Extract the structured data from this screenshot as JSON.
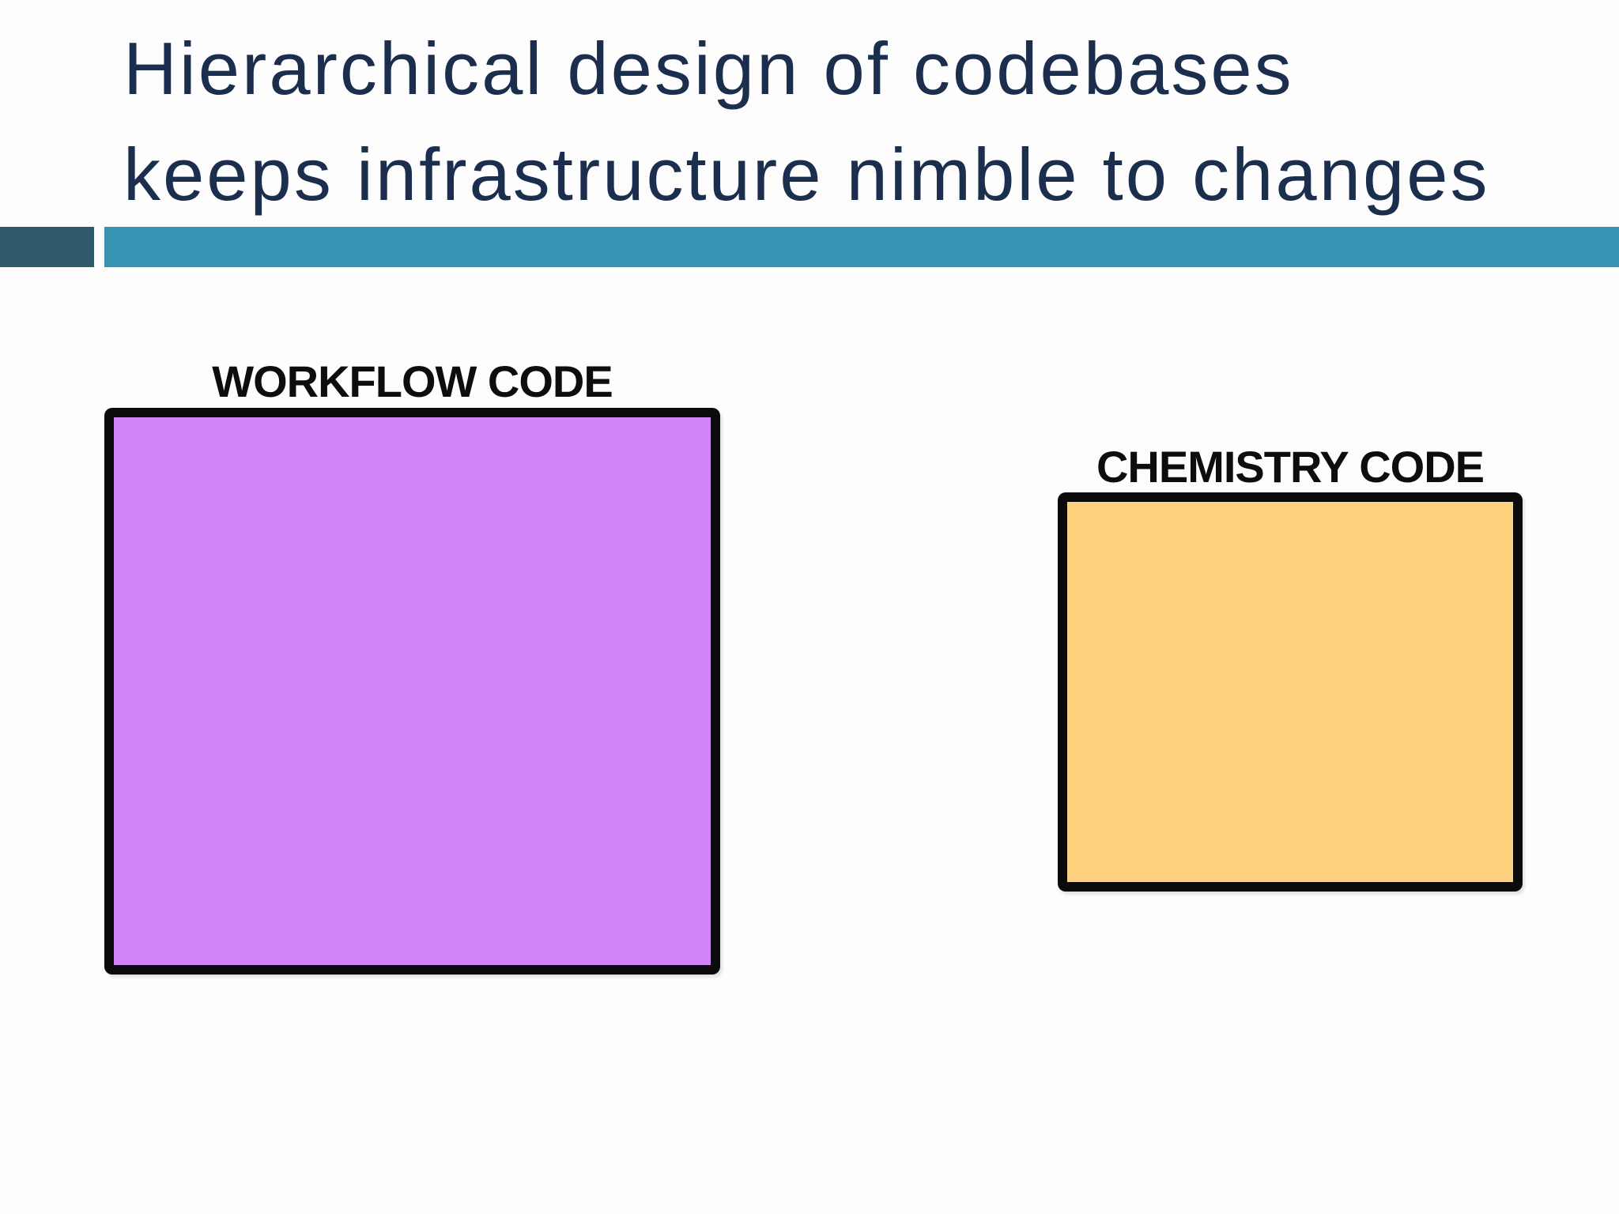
{
  "slide": {
    "background": "#fdfdfe"
  },
  "title": {
    "line1": "Hierarchical design of codebases",
    "line2": "keeps infrastructure nimble to changes",
    "color": "#1b2e4d"
  },
  "divider": {
    "accent_block_color": "#2e5a6b",
    "bar_color": "#3793b2"
  },
  "boxes": [
    {
      "label": "WORKFLOW CODE",
      "fill": "#d383f9",
      "border_color": "#0b0b0b",
      "label_color": "#0d0d0d"
    },
    {
      "label": "CHEMISTRY CODE",
      "fill": "#fdd17d",
      "border_color": "#0b0b0b",
      "label_color": "#0d0d0d"
    }
  ]
}
